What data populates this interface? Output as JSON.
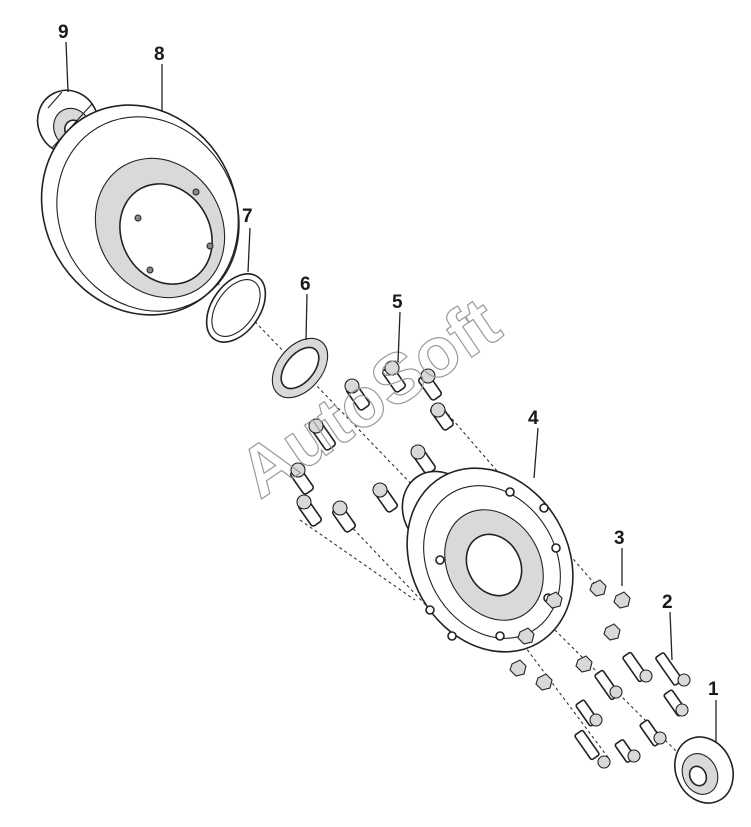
{
  "watermark": "AutoSoft",
  "callouts": [
    {
      "id": "1",
      "label": "1"
    },
    {
      "id": "2",
      "label": "2"
    },
    {
      "id": "3",
      "label": "3"
    },
    {
      "id": "4",
      "label": "4"
    },
    {
      "id": "5",
      "label": "5"
    },
    {
      "id": "6",
      "label": "6"
    },
    {
      "id": "7",
      "label": "7"
    },
    {
      "id": "8",
      "label": "8"
    },
    {
      "id": "9",
      "label": "9"
    }
  ],
  "parts": [
    {
      "callout": "1",
      "name": "outer-bearing"
    },
    {
      "callout": "2",
      "name": "hub-bolt"
    },
    {
      "callout": "3",
      "name": "hub-nut"
    },
    {
      "callout": "4",
      "name": "wheel-hub"
    },
    {
      "callout": "5",
      "name": "wheel-stud"
    },
    {
      "callout": "6",
      "name": "oil-seal"
    },
    {
      "callout": "7",
      "name": "retaining-ring"
    },
    {
      "callout": "8",
      "name": "brake-disc"
    },
    {
      "callout": "9",
      "name": "inner-bearing"
    }
  ],
  "colors": {
    "line": "#222222",
    "watermark": "#9a9a9a",
    "background": "#ffffff"
  }
}
